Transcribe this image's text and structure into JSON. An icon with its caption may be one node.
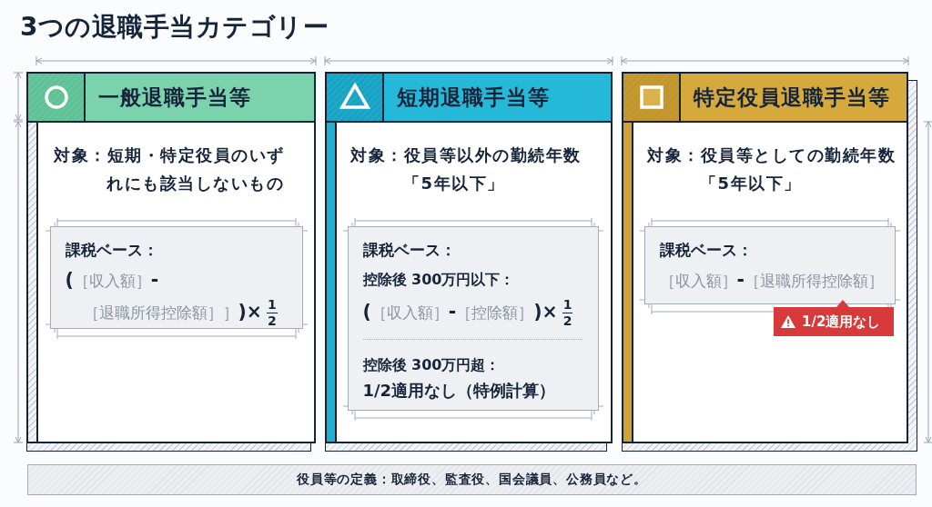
{
  "diagram": {
    "title": "3つの退職手当カテゴリー",
    "nodes": [
      {
        "text": [
          "一般退職手当等",
          "対象：短期・特定役員のいずれにも該当しないもの"
        ]
      },
      {
        "text": [
          "課税ベース：",
          "**(**［収入額］**-**［退職所得控除額］］**)×**",
          "1",
          "2"
        ],
        "in": 0
      },
      {
        "text": [
          "短期退職手当等",
          "対象：役員等以外の勤続年数「5年以下」"
        ]
      },
      {
        "text": [
          "課税ベース：",
          "控除後 300万円以下：",
          "**(**［収入額］**-**［控除額］**)×**",
          "1",
          "2",
          "控除後 300万円超：",
          "1/2適用なし（特例計算）"
        ],
        "in": 2
      },
      {
        "text": [
          "特定役員退職手当等",
          "対象：役員等としての勤続年数「5年以下」"
        ]
      },
      {
        "text": [
          "課税ベース：",
          "［収入額］**-**［退職所得控除額］"
        ],
        "in": 4
      },
      {
        "text": [
          "1/2適用なし"
        ],
        "in": 4
      },
      {
        "text": [
          "役員等の定義：取締役、監査役、国会議員、公務員など。"
        ]
      }
    ]
  }
}
